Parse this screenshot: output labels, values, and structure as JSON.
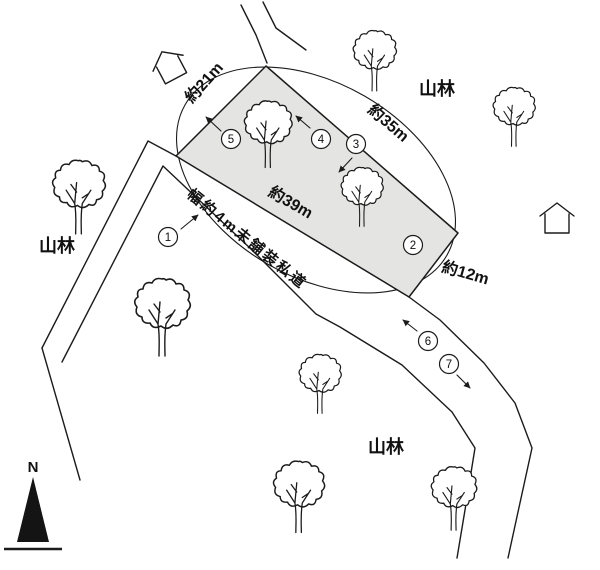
{
  "region_labels": {
    "forest_top_right": "山林",
    "forest_left": "山林",
    "forest_bottom": "山林"
  },
  "dimensions": {
    "top_left_edge": "約21m",
    "top_right_edge": "約35m",
    "across": "約39m",
    "right_edge": "約12m"
  },
  "road": {
    "label": "幅約4m未舗装私道"
  },
  "compass": {
    "north_label": "N"
  },
  "markers": [
    {
      "label": "1"
    },
    {
      "label": "2"
    },
    {
      "label": "3"
    },
    {
      "label": "4"
    },
    {
      "label": "5"
    },
    {
      "label": "6"
    },
    {
      "label": "7"
    }
  ],
  "colors": {
    "parcel_fill": "#e4e4e3",
    "line_color": "#1b1b1b",
    "background": "#ffffff"
  }
}
